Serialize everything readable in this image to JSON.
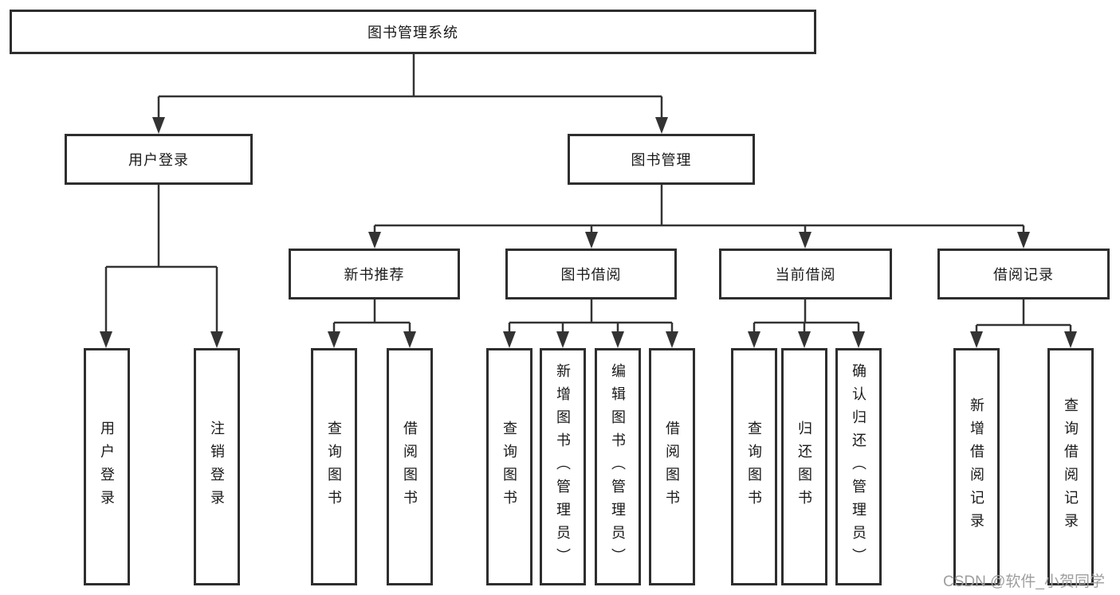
{
  "colors": {
    "line": "#333333",
    "box_border": "#2e2e2e",
    "text": "#1a1a1a",
    "watermark": "#9e9e9e",
    "background": "#ffffff"
  },
  "watermark": "CSDN @软件_小贺同学",
  "tree": {
    "root": "图书管理系统",
    "branches": [
      {
        "label": "用户登录",
        "children": [
          "用户登录",
          "注销登录"
        ]
      },
      {
        "label": "图书管理",
        "groups": [
          {
            "label": "新书推荐",
            "children": [
              "查询图书",
              "借阅图书"
            ]
          },
          {
            "label": "图书借阅",
            "children": [
              "查询图书",
              "新增图书（管理员）",
              "编辑图书（管理员）",
              "借阅图书"
            ]
          },
          {
            "label": "当前借阅",
            "children": [
              "查询图书",
              "归还图书",
              "确认归还（管理员）"
            ]
          },
          {
            "label": "借阅记录",
            "children": [
              "新增借阅记录",
              "查询借阅记录"
            ]
          }
        ]
      }
    ]
  }
}
